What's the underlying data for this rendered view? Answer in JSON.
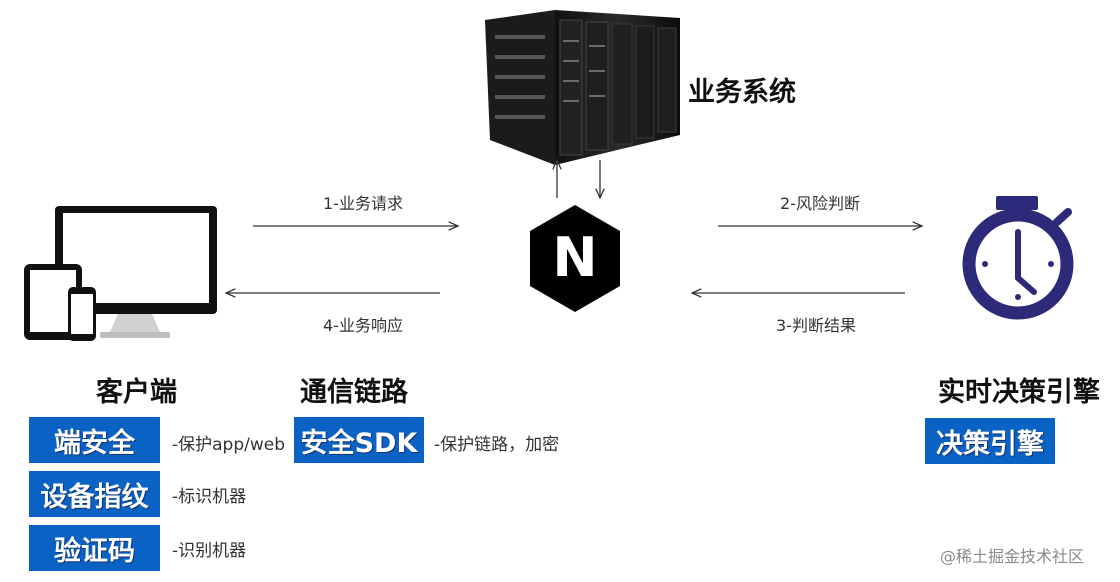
{
  "nodes": {
    "server": {
      "label": "业务系统"
    },
    "nginx": {
      "letter": "N"
    },
    "client": {
      "label": "客户端"
    },
    "link": {
      "label": "通信链路"
    },
    "engine": {
      "label": "实时决策引擎"
    }
  },
  "flows": {
    "step1": "1-业务请求",
    "step2": "2-风险判断",
    "step3": "3-判断结果",
    "step4": "4-业务响应"
  },
  "client_items": [
    {
      "label": "端安全",
      "note": "-保护app/web"
    },
    {
      "label": "设备指纹",
      "note": "-标识机器"
    },
    {
      "label": "验证码",
      "note": "-识别机器"
    }
  ],
  "link_item": {
    "label": "安全SDK",
    "note": "-保护链路，加密"
  },
  "engine_item": {
    "label": "决策引擎"
  },
  "watermark": "@稀土掘金技术社区",
  "colors": {
    "box_blue": "#0a62c4",
    "stopwatch": "#2e2a7a",
    "nginx_hex": "#000000"
  }
}
